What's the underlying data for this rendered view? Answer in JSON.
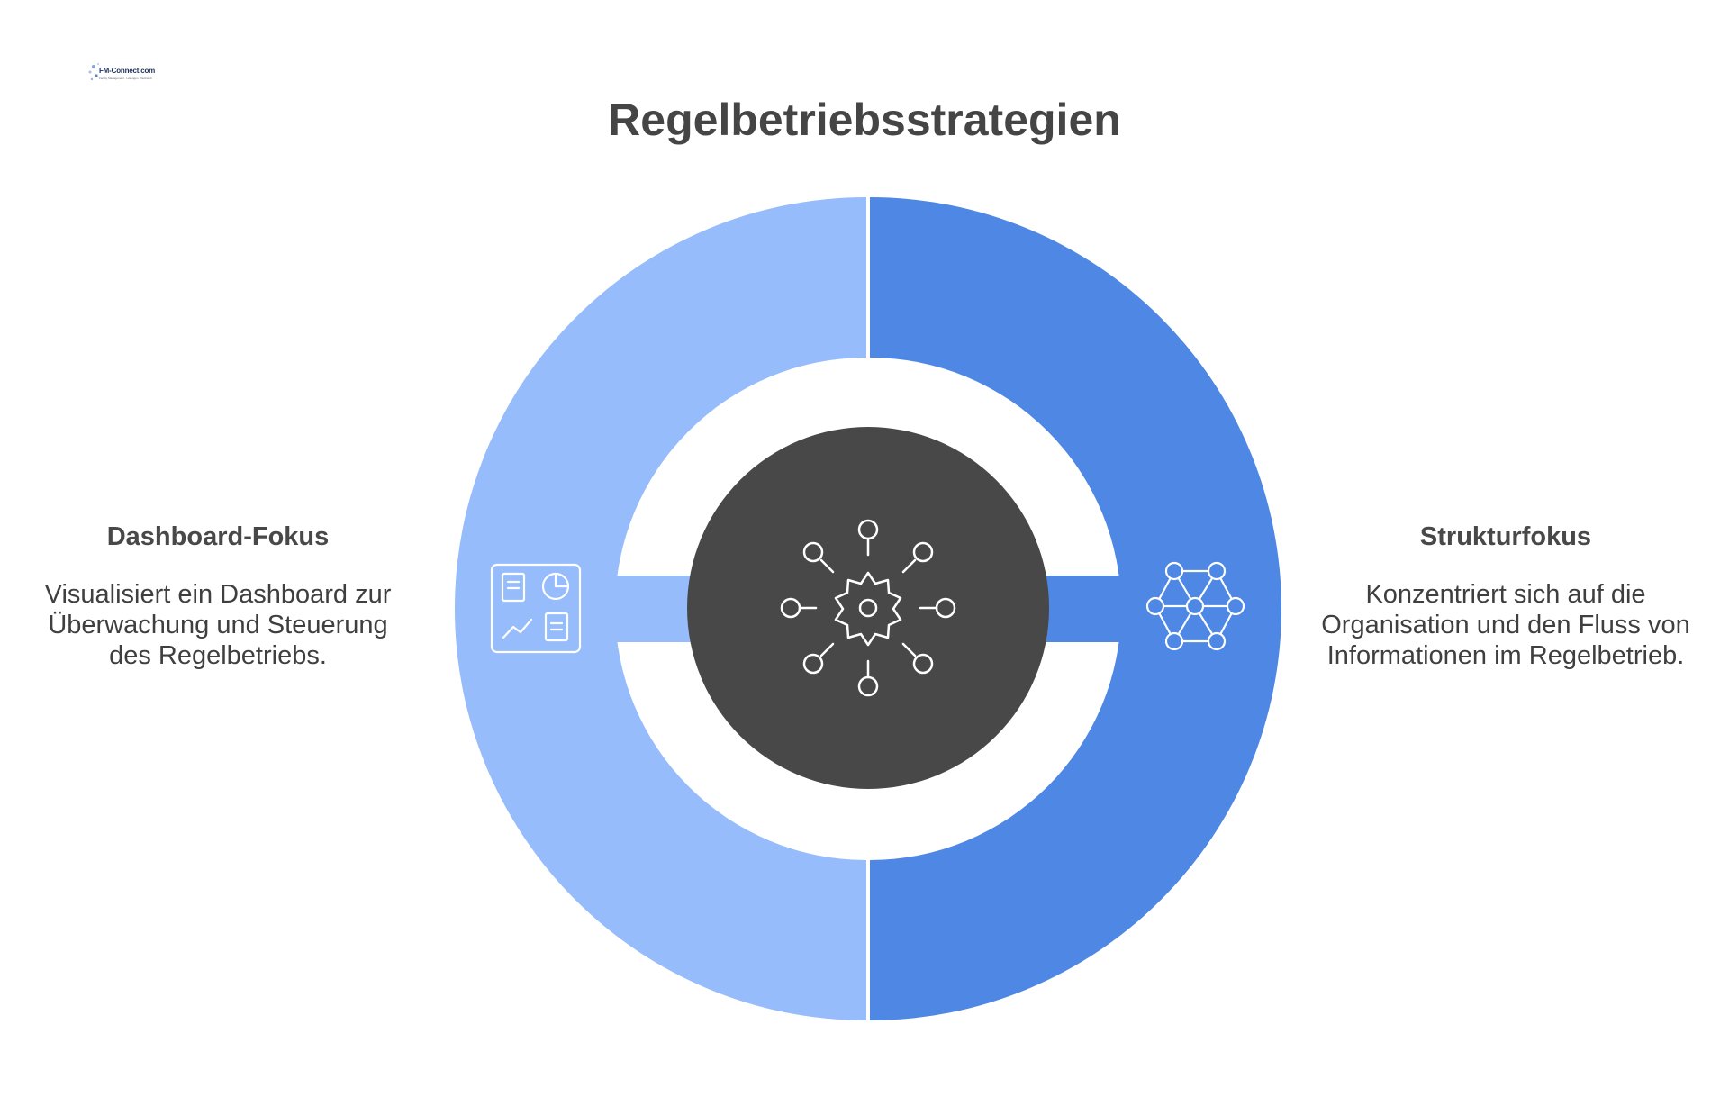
{
  "title": "Regelbetriebsstrategien",
  "logo": {
    "text": "FM-Connect.com",
    "sub": "Facility Management · Lösungen · Netzwerk"
  },
  "left_item": {
    "heading": "Dashboard-Fokus",
    "description": "Visualisiert ein Dashboard zur Überwachung und Steuerung des Regelbetriebs.",
    "icon": "dashboard-icon",
    "color": "#96bcfc"
  },
  "right_item": {
    "heading": "Strukturfokus",
    "description": "Konzentriert sich auf die Organisation und den Fluss von Informationen im Regelbetrieb.",
    "icon": "network-structure-icon",
    "color": "#4e87e4"
  },
  "center": {
    "icon": "central-hub-gear-icon",
    "color": "#484848"
  }
}
